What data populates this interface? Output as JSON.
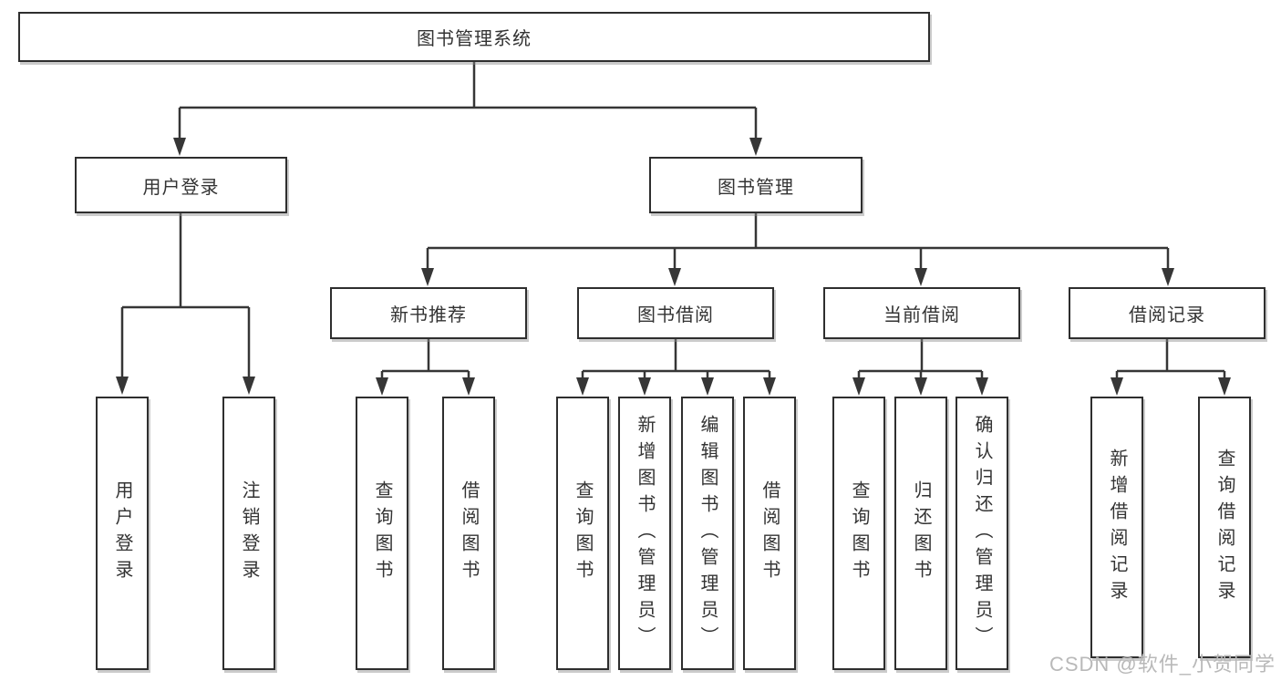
{
  "colors": {
    "line": "#363636",
    "box-border": "#2e2e2e",
    "box-fill": "#ffffff",
    "text": "#333333",
    "watermark": "#b9b9b9"
  },
  "tree": {
    "label": "图书管理系统",
    "children": [
      {
        "label": "用户登录",
        "children": [
          {
            "label": "用户登录"
          },
          {
            "label": "注销登录"
          }
        ]
      },
      {
        "label": "图书管理",
        "children": [
          {
            "label": "新书推荐",
            "children": [
              {
                "label": "查询图书"
              },
              {
                "label": "借阅图书"
              }
            ]
          },
          {
            "label": "图书借阅",
            "children": [
              {
                "label": "查询图书"
              },
              {
                "label": "新增图书（管理员）"
              },
              {
                "label": "编辑图书（管理员）"
              },
              {
                "label": "借阅图书"
              }
            ]
          },
          {
            "label": "当前借阅",
            "children": [
              {
                "label": "查询图书"
              },
              {
                "label": "归还图书"
              },
              {
                "label": "确认归还（管理员）"
              }
            ]
          },
          {
            "label": "借阅记录",
            "children": [
              {
                "label": "新增借阅记录"
              },
              {
                "label": "查询借阅记录"
              }
            ]
          }
        ]
      }
    ]
  },
  "watermark": {
    "text": "CSDN @软件_小贺同学"
  }
}
